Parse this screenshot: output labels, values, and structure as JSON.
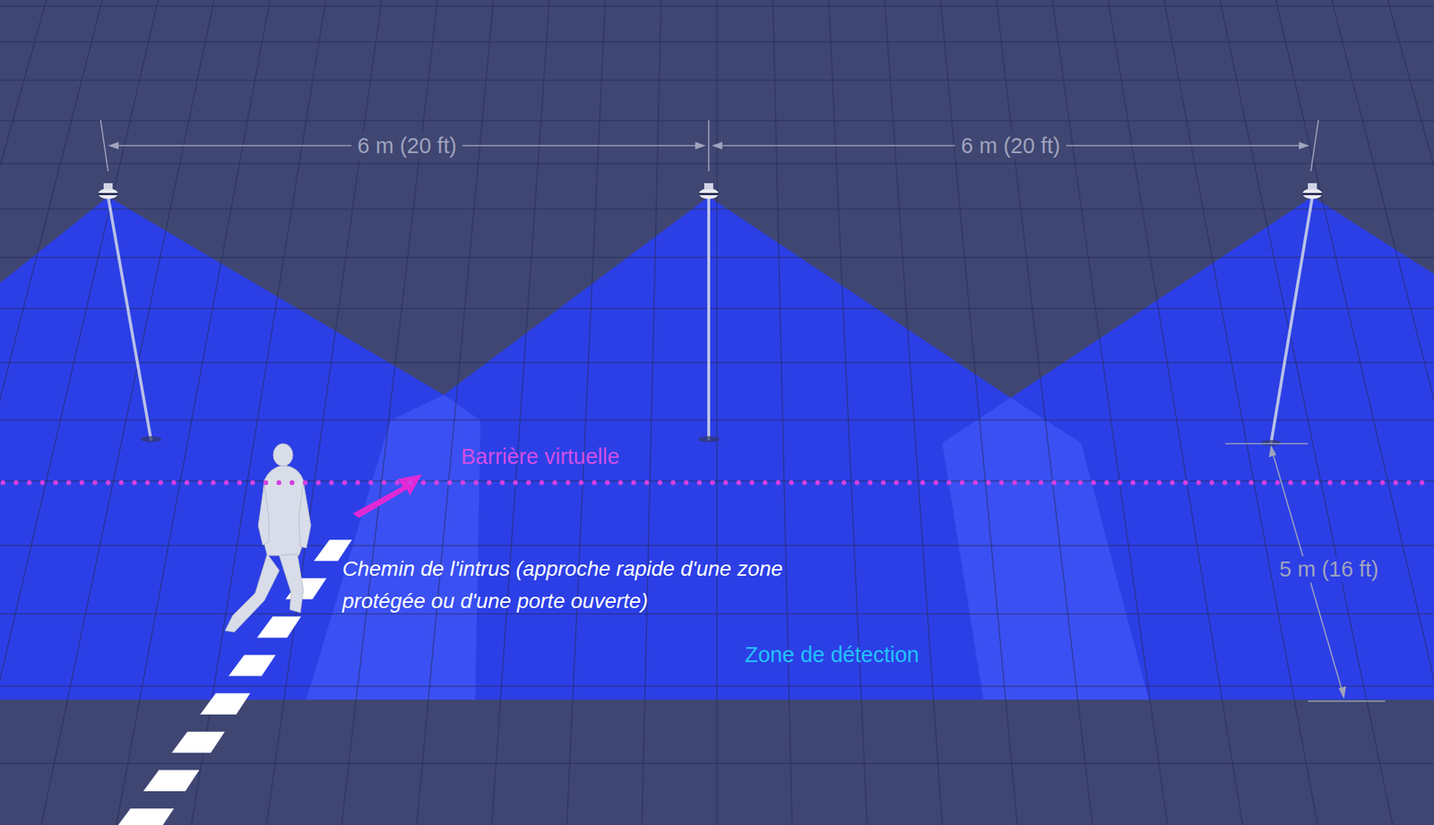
{
  "diagram": {
    "labels": [
      "6 m (20 ft)",
      "6 m (20 ft)",
      "Barrière virtuelle",
      "Chemin de l'intrus (approche rapide d'une zone protégée ou d'une porte ouverte)",
      "Zone de détection",
      "5 m (16 ft)"
    ]
  }
}
